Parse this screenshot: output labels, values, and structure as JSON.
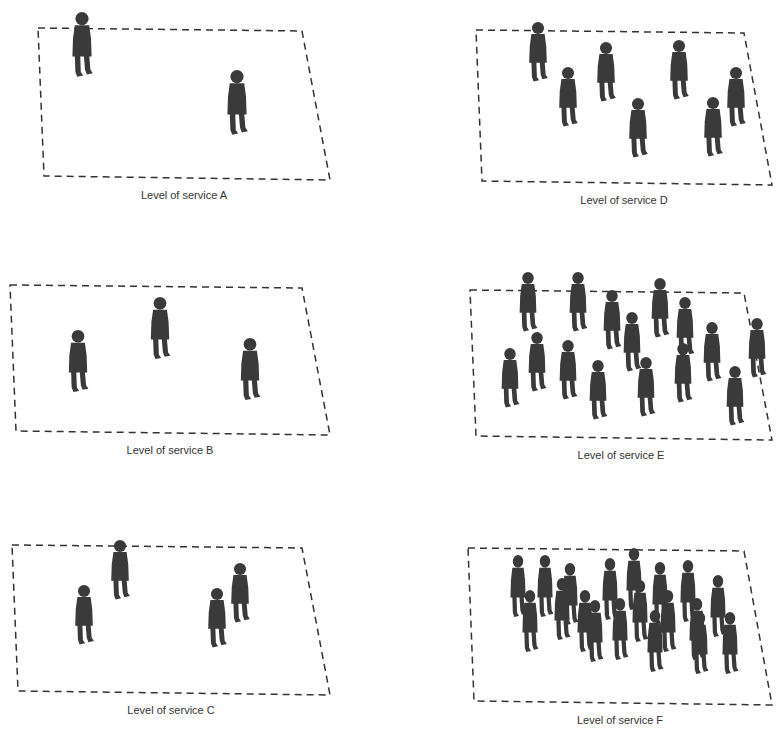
{
  "diagram": {
    "nodes": [
      {
        "text": [
          "Level of service A"
        ]
      },
      {
        "text": [
          "Level of service D"
        ]
      },
      {
        "text": [
          "Level of service B"
        ]
      },
      {
        "text": [
          "Level of service E"
        ]
      },
      {
        "text": [
          "Level of service C"
        ]
      },
      {
        "text": [
          "Level of service F"
        ]
      }
    ]
  }
}
